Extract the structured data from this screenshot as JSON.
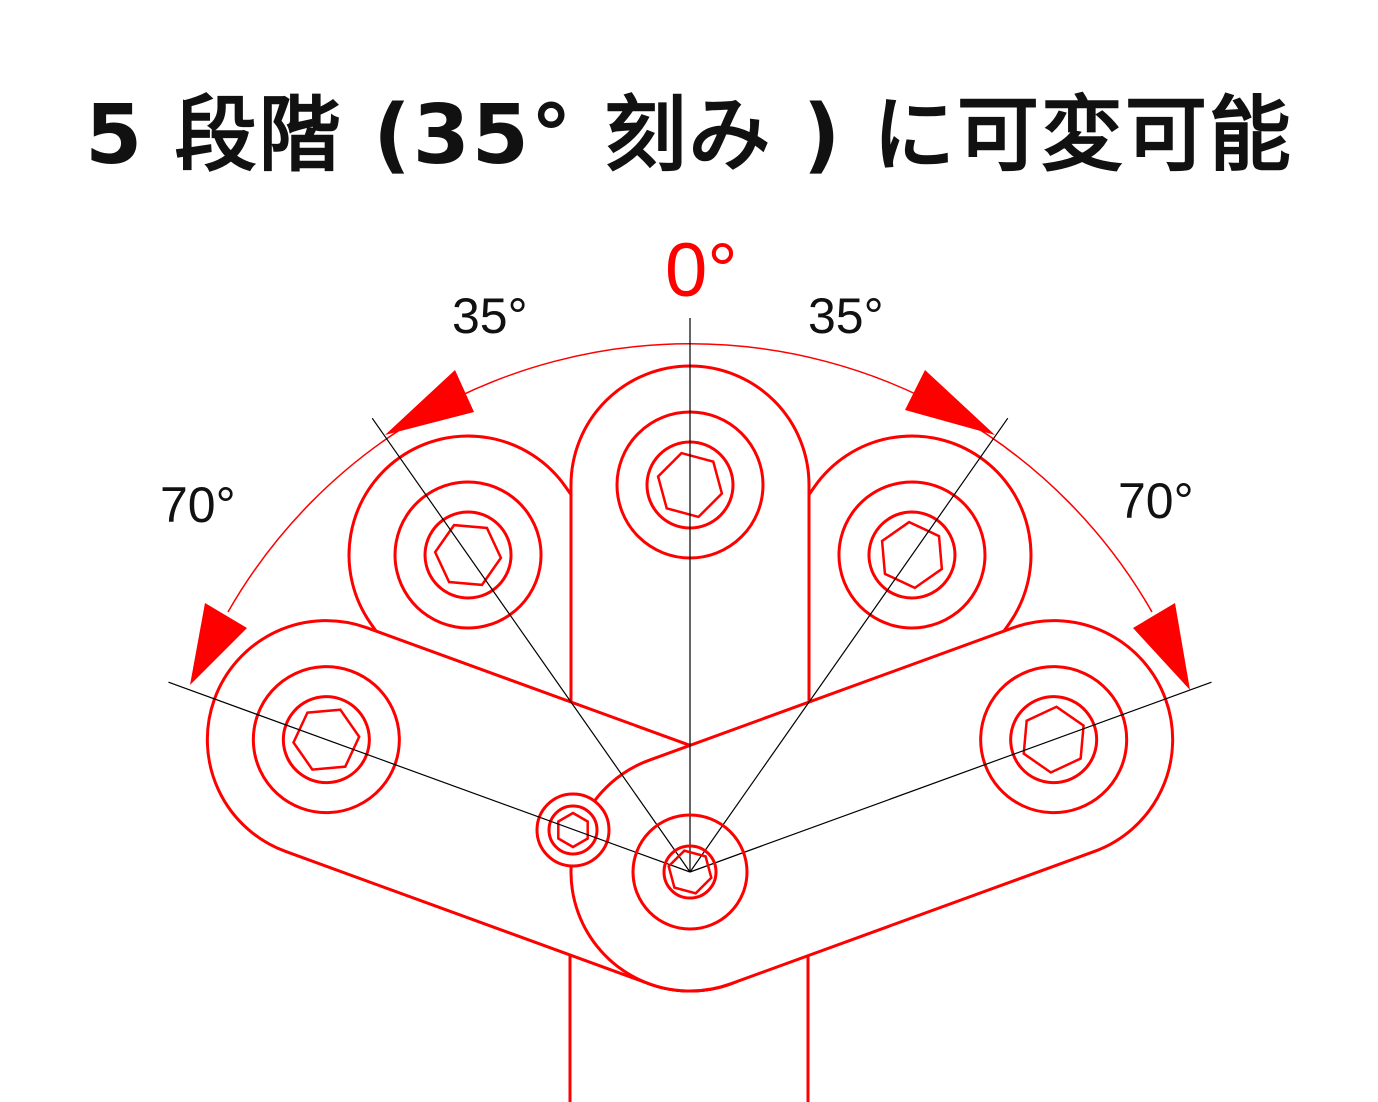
{
  "title": "5 段階 (35° 刻み ) に可変可能",
  "labels": {
    "zero": "0°",
    "left_35": "35°",
    "right_35": "35°",
    "left_70": "70°",
    "right_70": "70°"
  },
  "positions_deg": [
    -70,
    -35,
    0,
    35,
    70
  ],
  "colors": {
    "part": "#ff0000",
    "guide": "#000000"
  }
}
